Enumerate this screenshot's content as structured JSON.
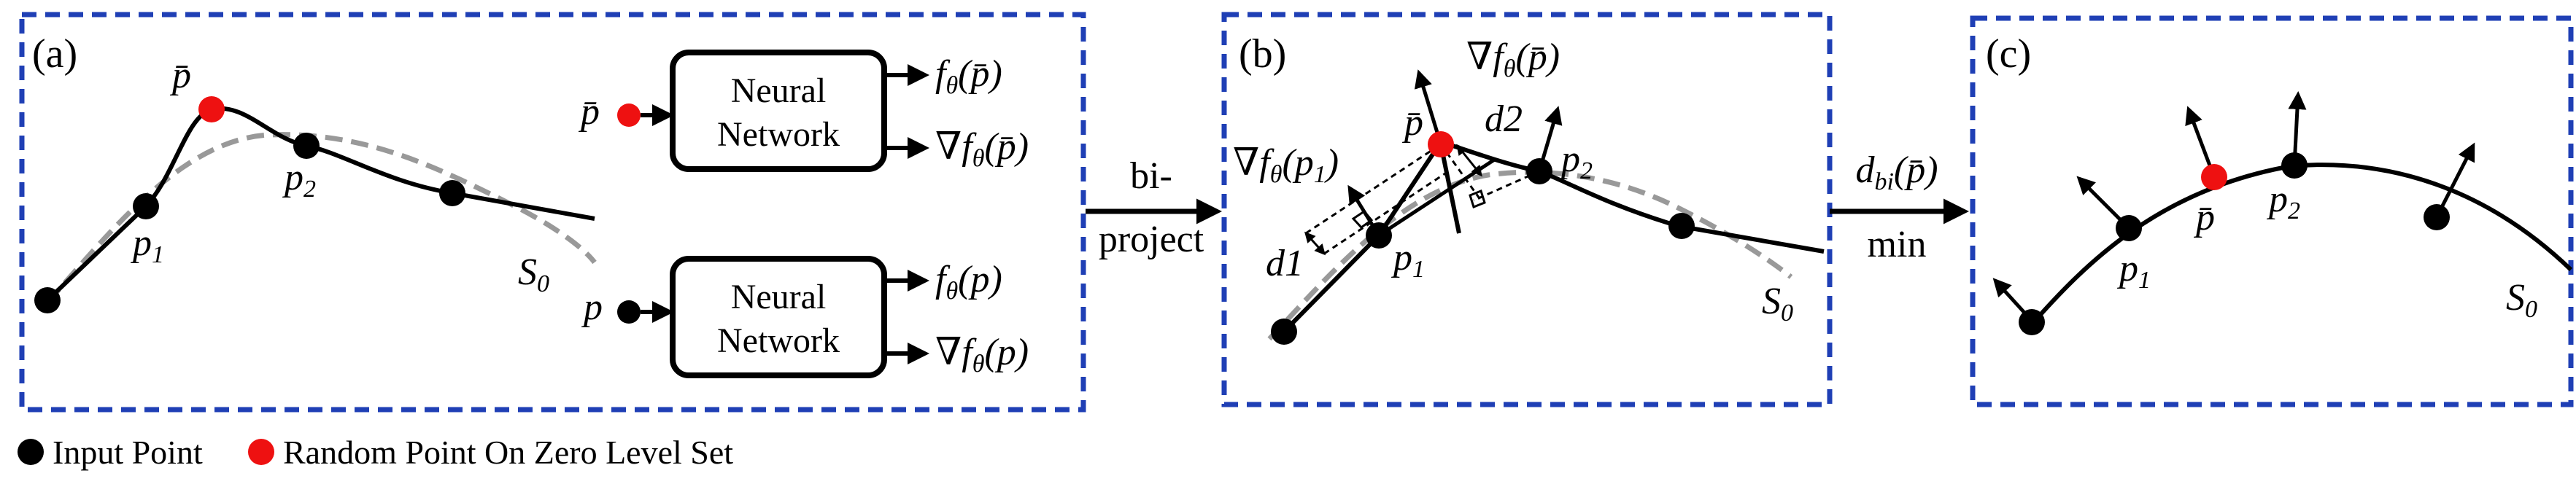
{
  "panels": {
    "a": {
      "label": "(a)",
      "curve_labels": {
        "pbar": "p̄",
        "p1": "p",
        "p1_sub": "1",
        "p2": "p",
        "p2_sub": "2",
        "s0": "S",
        "s0_sub": "0"
      },
      "nn_top": {
        "input": "p̄",
        "box_line1": "Neural",
        "box_line2": "Network",
        "out1": "f",
        "out1_rest": "(p̄)",
        "out2": "∇f",
        "out2_rest": "(p̄)",
        "theta": "θ"
      },
      "nn_bottom": {
        "input": "p",
        "box_line1": "Neural",
        "box_line2": "Network",
        "out1": "f",
        "out1_rest": "(p)",
        "out2": "∇f",
        "out2_rest": "(p)",
        "theta": "θ"
      }
    },
    "b": {
      "label": "(b)",
      "labels": {
        "grad_pbar": "∇f",
        "grad_pbar_rest": "(p̄)",
        "grad_p1": "∇f",
        "grad_p1_rest": "(p",
        "grad_p1_sub": "1",
        "grad_p1_close": ")",
        "pbar": "p̄",
        "d1": "d1",
        "d2": "d2",
        "p1": "p",
        "p1_sub": "1",
        "p2": "p",
        "p2_sub": "2",
        "s0": "S",
        "s0_sub": "0",
        "theta": "θ"
      }
    },
    "c": {
      "label": "(c)",
      "labels": {
        "pbar": "p̄",
        "p1": "p",
        "p1_sub": "1",
        "p2": "p",
        "p2_sub": "2",
        "s0": "S",
        "s0_sub": "0"
      }
    }
  },
  "transitions": {
    "ab": {
      "line1": "bi-",
      "line2": "project"
    },
    "bc": {
      "top": "d",
      "top_sub": "bi",
      "top_rest": "(p̄)",
      "bottom": "min"
    }
  },
  "legend": {
    "input_point": "Input Point",
    "random_point": "Random Point On Zero Level Set"
  },
  "colors": {
    "frame": "#1f3fb5",
    "input_point": "#000000",
    "random_point": "#ee1111",
    "zero_level_set": "#999999"
  }
}
